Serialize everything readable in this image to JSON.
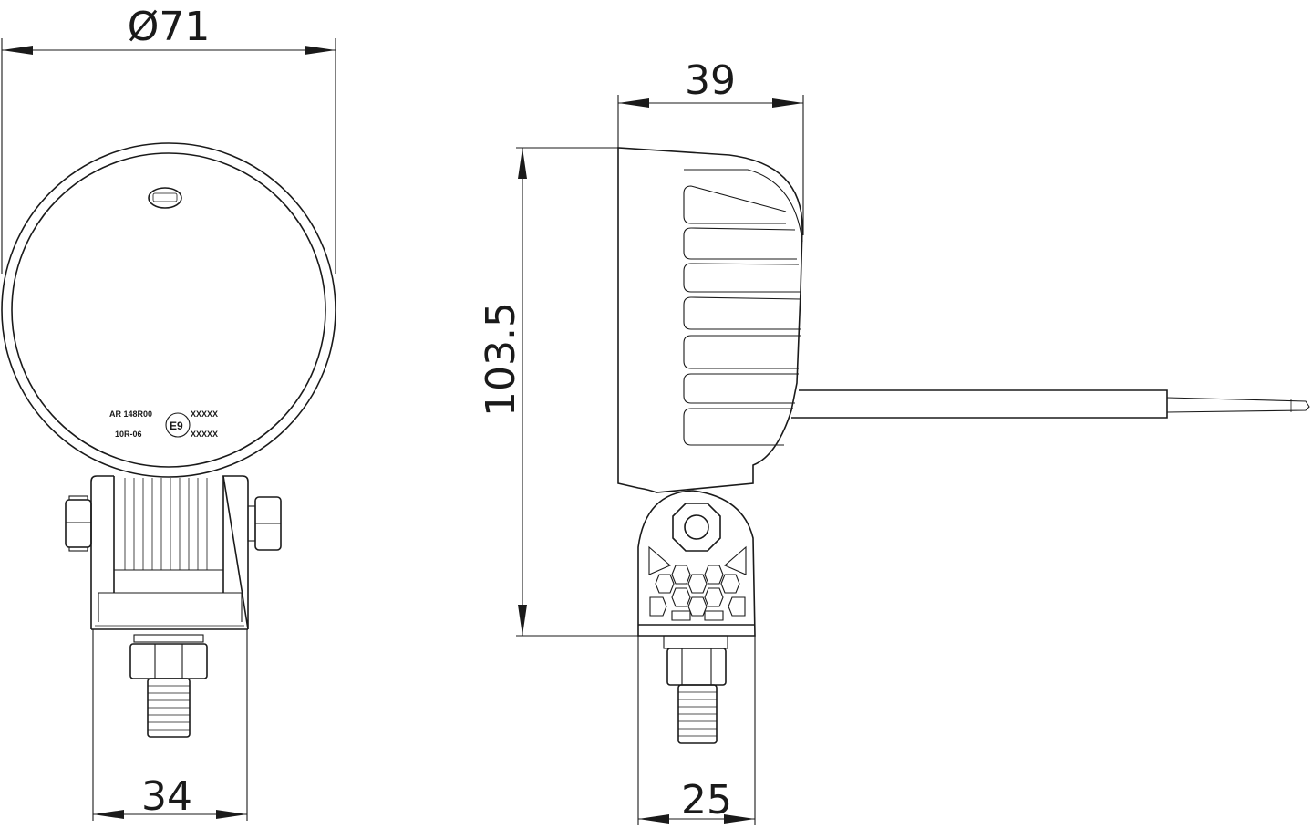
{
  "drawing": {
    "dimensions": {
      "front_diameter": "Ø71",
      "front_bracket_width": "34",
      "side_depth": "39",
      "side_height": "103.5",
      "side_bracket_width": "25"
    },
    "lens_markings": {
      "line1": "AR 148R00",
      "line1_code": "XXXXX",
      "line2": "10R-06",
      "line2_code": "XXXXX",
      "approval_mark": "E9"
    }
  }
}
